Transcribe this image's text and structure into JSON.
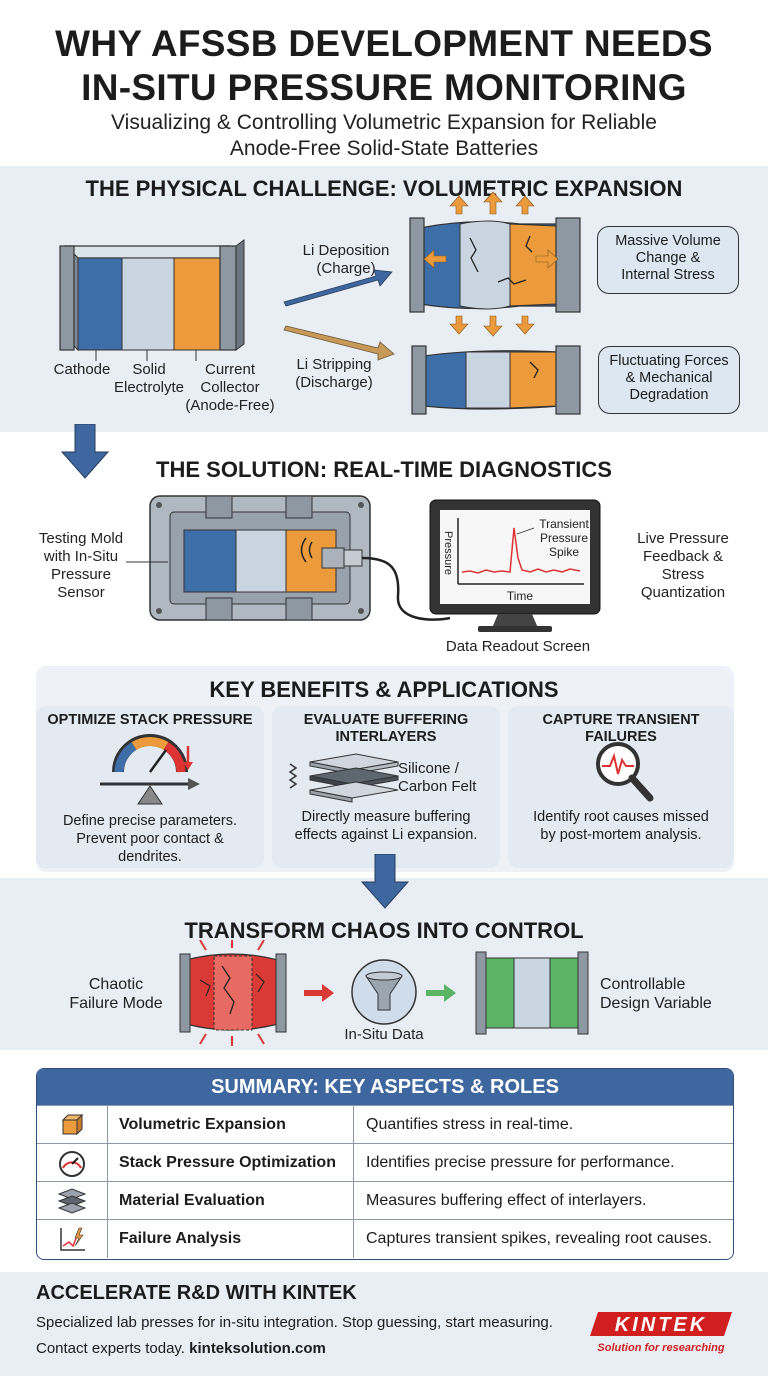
{
  "header": {
    "title_line1": "WHY AFSSB DEVELOPMENT NEEDS",
    "title_line2": "IN-SITU PRESSURE MONITORING",
    "subtitle_line1": "Visualizing & Controlling Volumetric Expansion for Reliable",
    "subtitle_line2": "Anode-Free Solid-State Batteries"
  },
  "challenge": {
    "title": "THE PHYSICAL CHALLENGE: VOLUMETRIC EXPANSION",
    "cathode": "Cathode",
    "electrolyte_line1": "Solid",
    "electrolyte_line2": "Electrolyte",
    "collector_line1": "Current",
    "collector_line2": "Collector",
    "collector_line3": "(Anode-Free)",
    "deposition_line1": "Li Deposition",
    "deposition_line2": "(Charge)",
    "stripping_line1": "Li Stripping",
    "stripping_line2": "(Discharge)",
    "callout1_line1": "Massive Volume",
    "callout1_line2": "Change &",
    "callout1_line3": "Internal Stress",
    "callout2_line1": "Fluctuating Forces",
    "callout2_line2": "& Mechanical",
    "callout2_line3": "Degradation"
  },
  "solution": {
    "title": "THE SOLUTION: REAL-TIME DIAGNOSTICS",
    "mold_line1": "Testing Mold",
    "mold_line2": "with In-Situ",
    "mold_line3": "Pressure",
    "mold_line4": "Sensor",
    "spike_line1": "Transient",
    "spike_line2": "Pressure",
    "spike_line3": "Spike",
    "axis_y": "Pressure",
    "axis_x": "Time",
    "screen_label": "Data Readout Screen",
    "feedback_line1": "Live Pressure",
    "feedback_line2": "Feedback &",
    "feedback_line3": "Stress",
    "feedback_line4": "Quantization"
  },
  "benefits": {
    "title": "KEY BENEFITS & APPLICATIONS",
    "card1_head": "OPTIMIZE STACK PRESSURE",
    "card1_text1": "Define precise parameters.",
    "card1_text2": "Prevent poor contact &",
    "card1_text3": "dendrites.",
    "card2_head1": "EVALUATE BUFFERING",
    "card2_head2": "INTERLAYERS",
    "card2_mat1": "Silicone /",
    "card2_mat2": "Carbon Felt",
    "card2_text1": "Directly measure buffering",
    "card2_text2": "effects against Li expansion.",
    "card3_head": "CAPTURE TRANSIENT FAILURES",
    "card3_text1": "Identify root causes missed",
    "card3_text2": "by post-mortem analysis."
  },
  "transform": {
    "title": "TRANSFORM CHAOS INTO CONTROL",
    "left_line1": "Chaotic",
    "left_line2": "Failure Mode",
    "mid": "In-Situ Data",
    "right_line1": "Controllable",
    "right_line2": "Design Variable"
  },
  "summary": {
    "title": "SUMMARY: KEY ASPECTS & ROLES",
    "rows": [
      {
        "icon": "cube-icon",
        "aspect": "Volumetric Expansion",
        "role": "Quantifies stress in real-time."
      },
      {
        "icon": "gauge-icon",
        "aspect": "Stack Pressure Optimization",
        "role": "Identifies precise pressure for performance."
      },
      {
        "icon": "layers-icon",
        "aspect": "Material Evaluation",
        "role": "Measures buffering effect of interlayers."
      },
      {
        "icon": "spike-chart-icon",
        "aspect": "Failure Analysis",
        "role": "Captures transient spikes, revealing root causes."
      }
    ]
  },
  "footer": {
    "title": "ACCELERATE R&D WITH KINTEK",
    "line1": "Specialized lab presses for in-situ integration. Stop guessing, start measuring.",
    "line2_prefix": "Contact experts today. ",
    "url": "kinteksolution.com",
    "logo_text": "KINTEK",
    "logo_tagline": "Solution for researching"
  },
  "colors": {
    "cathode": "#3e6ea8",
    "electrolyte": "#c9d6e2",
    "collector": "#eb9a3c",
    "accent_blue": "#3e679f",
    "logo_red": "#d11f1f",
    "chaos_red": "#d93a36",
    "control_green": "#5bb564"
  }
}
